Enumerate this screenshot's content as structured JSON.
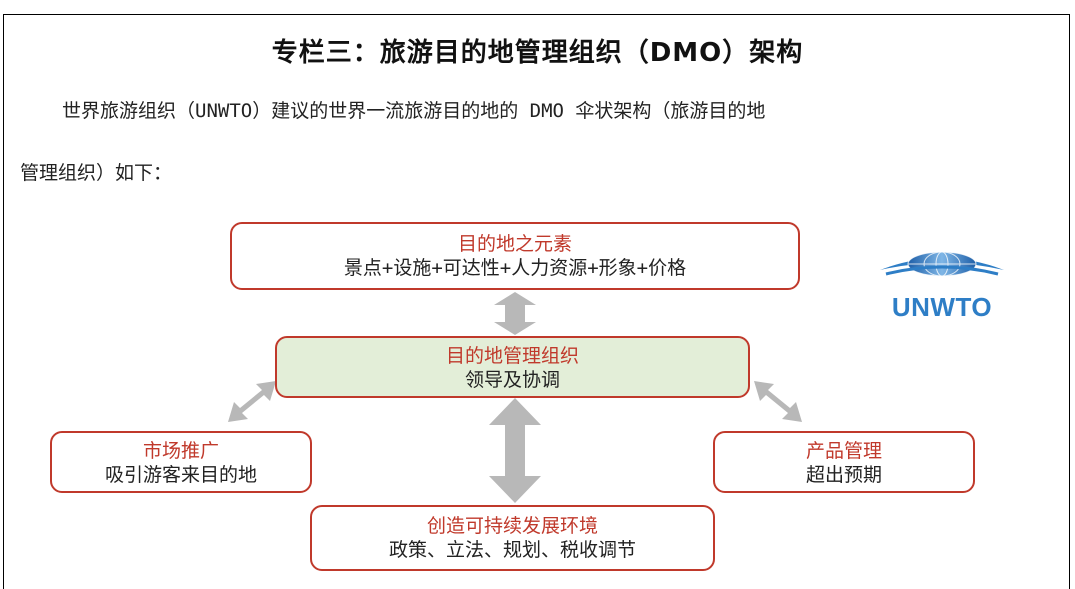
{
  "title": "专栏三：旅游目的地管理组织（DMO）架构",
  "intro": {
    "line1": "世界旅游组织（UNWTO）建议的世界一流旅游目的地的 DMO 伞状架构（旅游目的地",
    "line2": "管理组织）如下："
  },
  "diagram": {
    "top": {
      "heading": "目的地之元素",
      "sub": "景点+设施+可达性+人力资源+形象+价格"
    },
    "center": {
      "heading": "目的地管理组织",
      "sub": "领导及协调"
    },
    "left": {
      "heading": "市场推广",
      "sub": "吸引游客来目的地"
    },
    "right": {
      "heading": "产品管理",
      "sub": "超出预期"
    },
    "bottom": {
      "heading": "创造可持续发展环境",
      "sub": "政策、立法、规划、税收调节"
    }
  },
  "logo": {
    "text": "UNWTO"
  },
  "colors": {
    "box_border": "#c0392b",
    "center_fill": "#e3eed8",
    "arrow": "#b8b8b8",
    "logo_blue": "#2e7ec6"
  }
}
